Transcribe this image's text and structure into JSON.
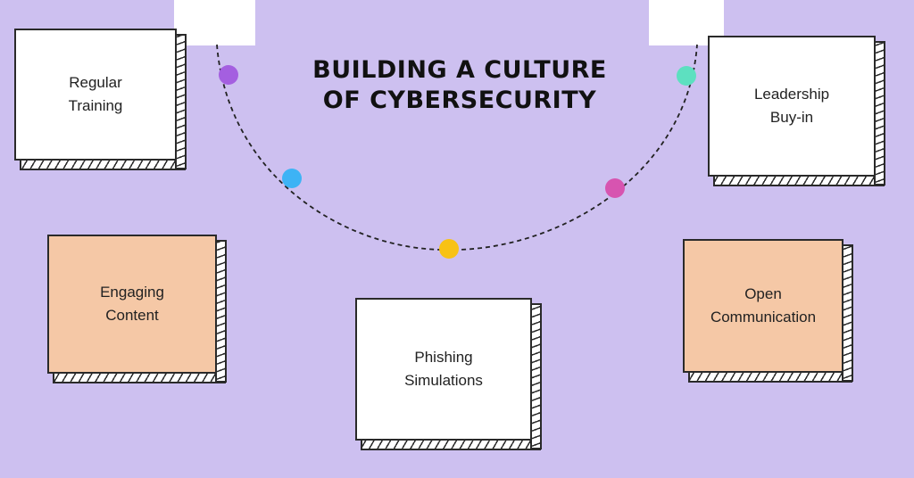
{
  "title": {
    "line1": "BUILDING A CULTURE",
    "line2": "OF CYBERSECURITY"
  },
  "colors": {
    "background": "#cdc0f0",
    "card_white": "#ffffff",
    "card_peach": "#f5c8a6",
    "dot_purple": "#a45fe0",
    "dot_blue": "#3db3f5",
    "dot_yellow": "#f8c215",
    "dot_pink": "#d754b0",
    "dot_teal": "#5de0c0"
  },
  "cards": [
    {
      "id": "regular-training",
      "line1": "Regular",
      "line2": "Training",
      "color": "#ffffff"
    },
    {
      "id": "engaging-content",
      "line1": "Engaging",
      "line2": "Content",
      "color": "#f5c8a6"
    },
    {
      "id": "phishing-simulations",
      "line1": "Phishing",
      "line2": "Simulations",
      "color": "#ffffff"
    },
    {
      "id": "leadership-buy-in",
      "line1": "Leadership",
      "line2": "Buy-in",
      "color": "#ffffff"
    },
    {
      "id": "open-communication",
      "line1": "Open",
      "line2": "Communication",
      "color": "#f5c8a6"
    }
  ]
}
